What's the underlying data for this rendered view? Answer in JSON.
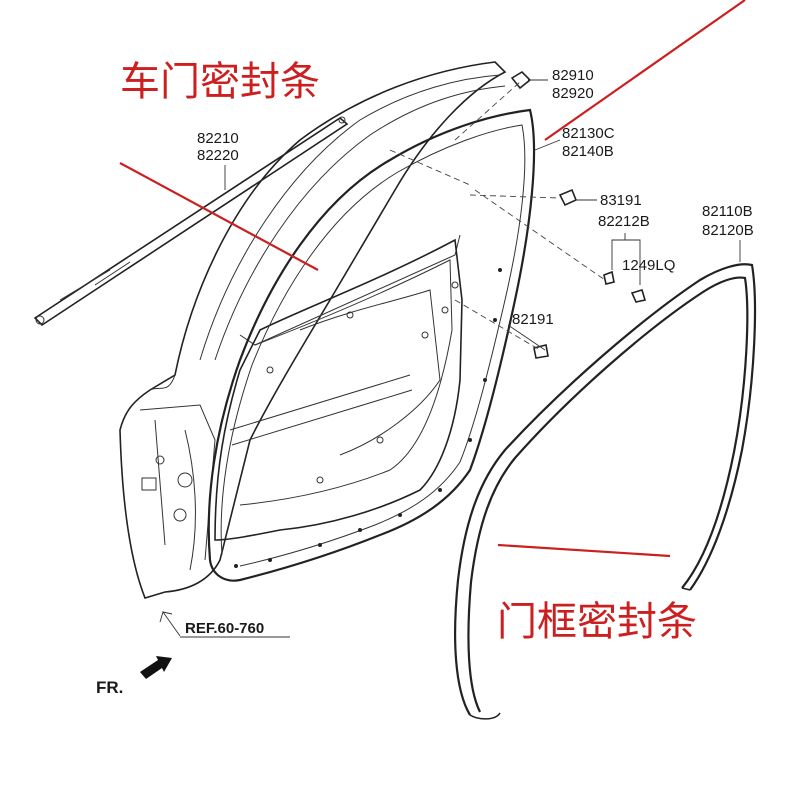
{
  "labels": {
    "door_seal_cn": "车门密封条",
    "frame_seal_cn": "门框密封条",
    "p_82910": "82910",
    "p_82920": "82920",
    "p_82210": "82210",
    "p_82220": "82220",
    "p_82130C": "82130C",
    "p_82140B": "82140B",
    "p_83191": "83191",
    "p_82212B": "82212B",
    "p_1249LQ": "1249LQ",
    "p_82191": "82191",
    "p_82110B": "82110B",
    "p_82120B": "82120B",
    "ref": "REF.60-760",
    "fr": "FR."
  },
  "colors": {
    "annotation_red": "#cc1f1f",
    "line": "#222222"
  }
}
